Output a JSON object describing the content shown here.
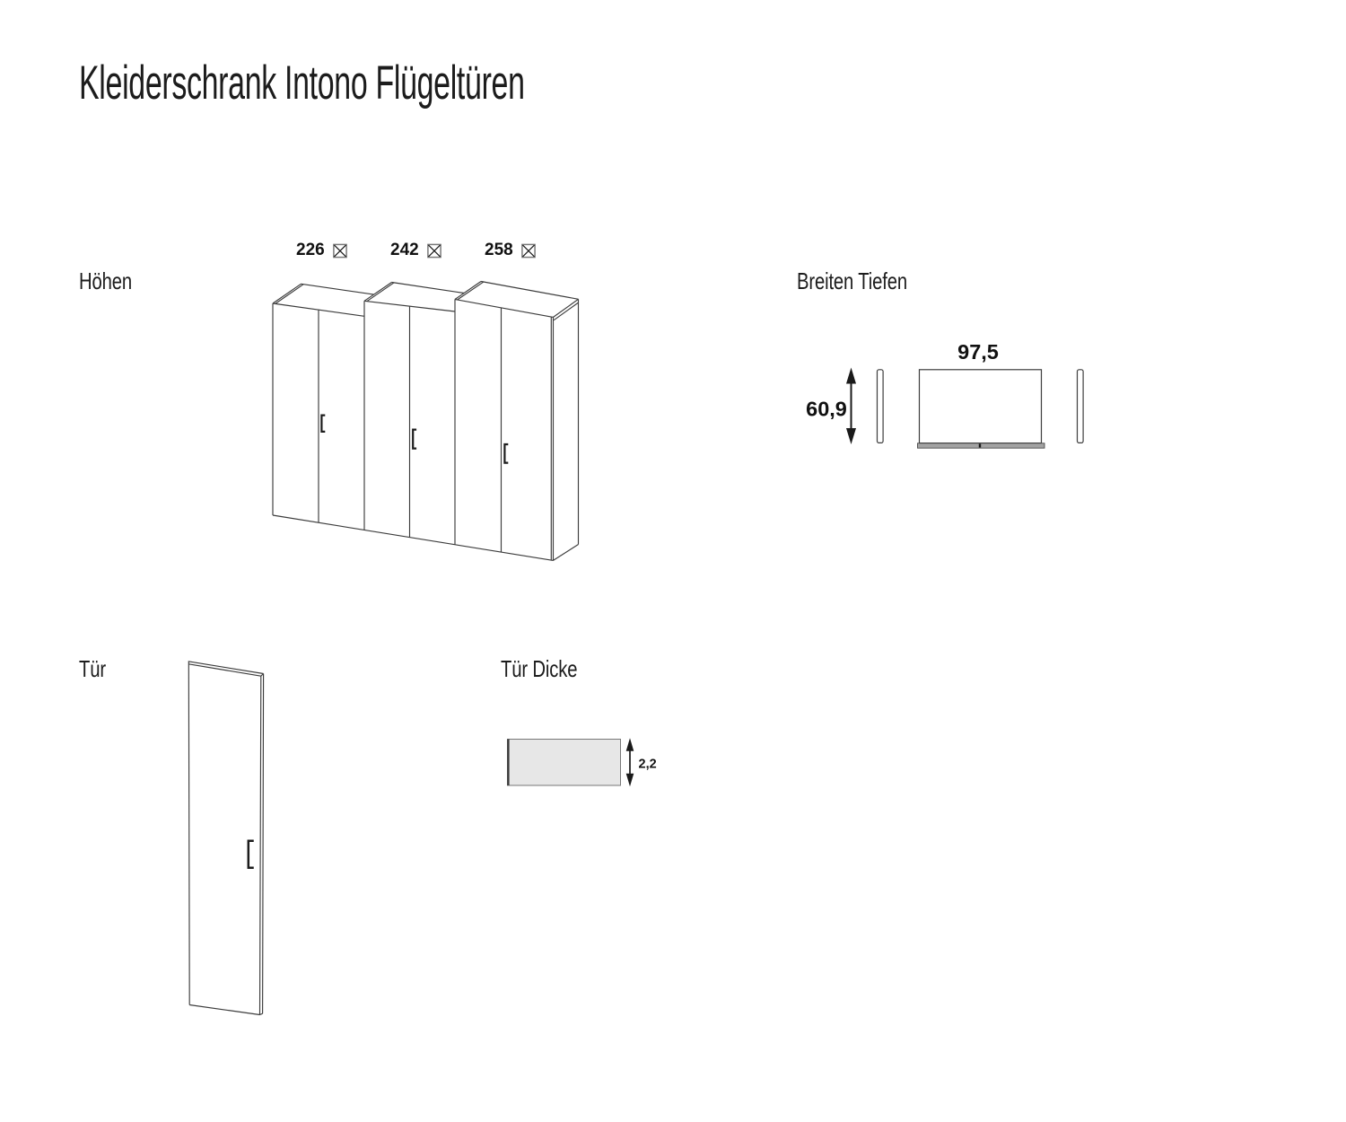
{
  "page_title": "Kleiderschrank Intono Flügeltüren",
  "sections": {
    "heights": {
      "label": "Höhen",
      "options": [
        {
          "value": "226",
          "icon": "crossed-box"
        },
        {
          "value": "242",
          "icon": "crossed-box"
        },
        {
          "value": "258",
          "icon": "crossed-box"
        }
      ]
    },
    "width_depth": {
      "label": "Breiten Tiefen",
      "width_value": "97,5",
      "depth_value": "60,9"
    },
    "door": {
      "label": "Tür"
    },
    "door_thickness": {
      "label": "Tür Dicke",
      "value": "2,2"
    }
  },
  "colors": {
    "background": "#ffffff",
    "line": "#3c3c3c",
    "handle": "#1c1c1c",
    "text": "#1a1a1a",
    "panel_fill": "#e7e7e7",
    "strip_fill": "#a3a3a3",
    "checkbox_border": "#7a7a7a"
  }
}
